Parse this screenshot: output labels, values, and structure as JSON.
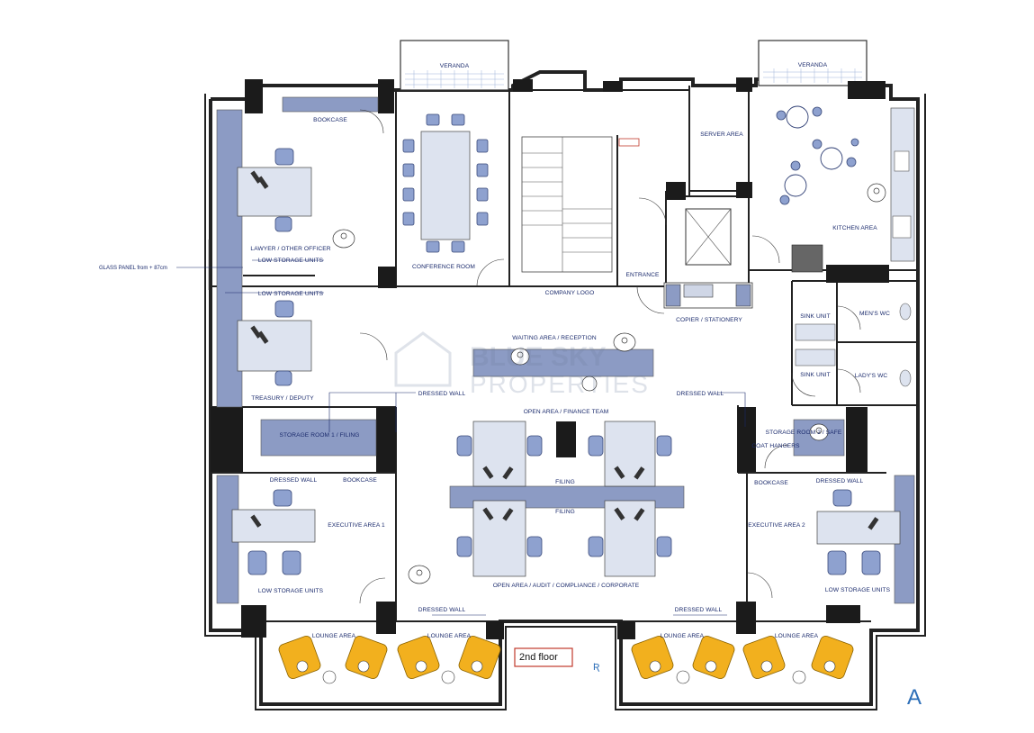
{
  "labels": {
    "veranda_left": "VERANDA",
    "veranda_right": "VERANDA",
    "bookcase_top": "BOOKCASE",
    "server_area": "SERVER AREA",
    "kitchen_area": "KITCHEN AREA",
    "lawyer": "LAWYER / OTHER OFFICER",
    "low_storage_1": "LOW STORAGE UNITS",
    "low_storage_2": "LOW STORAGE UNITS",
    "glass_panel": "GLASS PANEL from + 87cm",
    "conference_room": "CONFERENCE ROOM",
    "company_logo": "COMPANY LOGO",
    "entrance": "ENTRANCE",
    "copier": "COPIER / STATIONERY",
    "sink_unit_1": "SINK UNIT",
    "mens_wc": "MEN'S WC",
    "sink_unit_2": "SINK UNIT",
    "ladys_wc": "LADY'S WC",
    "waiting_area": "WAITING AREA / RECEPTION",
    "treasury": "TREASURY / DEPUTY",
    "dressed_wall_1": "DRESSED WALL",
    "dressed_wall_2": "DRESSED WALL",
    "open_area_finance": "OPEN AREA / FINANCE TEAM",
    "storage_room_1": "STORAGE ROOM 1 / FILING",
    "storage_room_2": "STORAGE ROOM 2 / SAFE",
    "coat_hangers": "COAT HANGERS",
    "filing_1": "FILING",
    "filing_2": "FILING",
    "dressed_wall_3": "DRESSED WALL",
    "bookcase_left": "BOOKCASE",
    "bookcase_right": "BOOKCASE",
    "dressed_wall_4": "DRESSED WALL",
    "executive_1": "EXECUTIVE AREA 1",
    "executive_2": "EXECUTIVE AREA 2",
    "low_storage_3": "LOW STORAGE UNITS",
    "low_storage_4": "LOW STORAGE UNITS",
    "open_area_audit": "OPEN AREA / AUDIT / COMPLIANCE / CORPORATE",
    "dressed_wall_5": "DRESSED WALL",
    "dressed_wall_6": "DRESSED WALL",
    "lounge_1": "LOUNGE AREA",
    "lounge_2": "LOUNGE AREA",
    "lounge_3": "LOUNGE AREA",
    "lounge_4": "LOUNGE AREA",
    "floor": "2nd floor",
    "sheet": "A",
    "watermark_line1": "BLUE SKY",
    "watermark_line2": "PROPERTIES"
  },
  "colors": {
    "label": "#1a2a6c",
    "wall": "#222222",
    "storage": "#8c9bc4",
    "chair": "#8ea1cf",
    "lounge_chair": "#f2b01e",
    "floor_box": "#c0392b",
    "sheet_letter": "#2d6fb8"
  }
}
